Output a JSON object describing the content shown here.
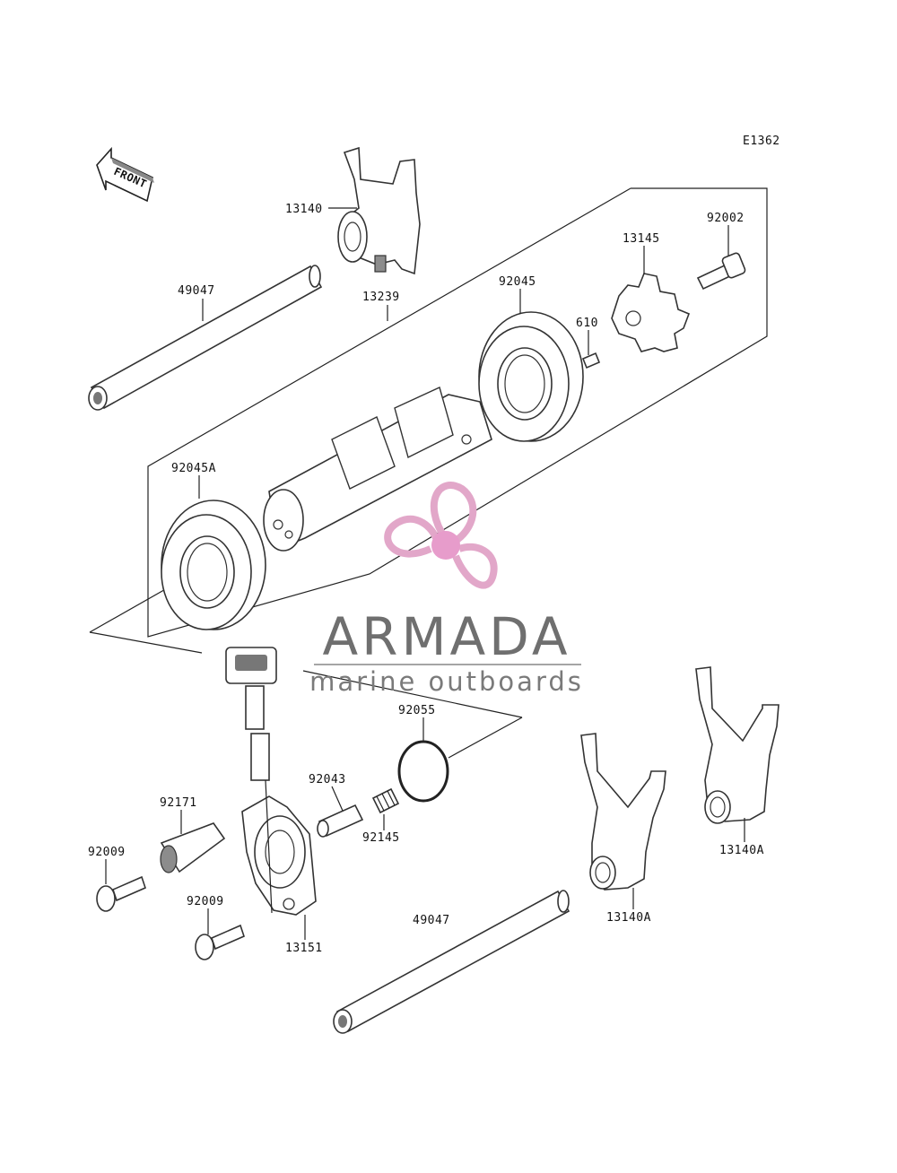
{
  "diagram_code": "E1362",
  "front_label": "FRONT",
  "watermark": {
    "title": "ARMADA",
    "subtitle": "marine outboards",
    "logo_color": "#e2a7c9",
    "logo_hub_color": "#e79ccb"
  },
  "parts": [
    {
      "id": "p-13140",
      "number": "13140"
    },
    {
      "id": "p-49047-top",
      "number": "49047"
    },
    {
      "id": "p-13239",
      "number": "13239"
    },
    {
      "id": "p-92045",
      "number": "92045"
    },
    {
      "id": "p-13145",
      "number": "13145"
    },
    {
      "id": "p-92002",
      "number": "92002"
    },
    {
      "id": "p-610",
      "number": "610"
    },
    {
      "id": "p-92045A",
      "number": "92045A"
    },
    {
      "id": "p-92055",
      "number": "92055"
    },
    {
      "id": "p-92043",
      "number": "92043"
    },
    {
      "id": "p-92145",
      "number": "92145"
    },
    {
      "id": "p-92171",
      "number": "92171"
    },
    {
      "id": "p-92009-a",
      "number": "92009"
    },
    {
      "id": "p-92009-b",
      "number": "92009"
    },
    {
      "id": "p-13151",
      "number": "13151"
    },
    {
      "id": "p-49047-bottom",
      "number": "49047"
    },
    {
      "id": "p-13140A-a",
      "number": "13140A"
    },
    {
      "id": "p-13140A-b",
      "number": "13140A"
    }
  ]
}
